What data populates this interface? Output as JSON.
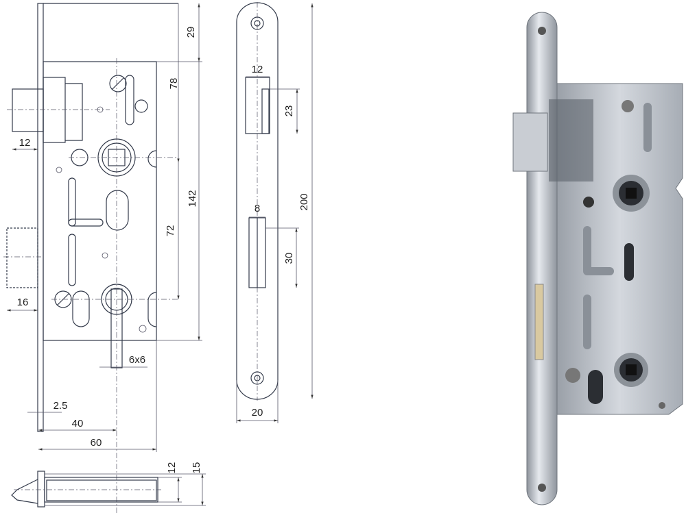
{
  "drawing": {
    "side_view": {
      "top_offset": "29",
      "follower_offset": "78",
      "total_height": "142",
      "handle_to_key": "72",
      "latch_projection": "12",
      "bolt_projection": "16",
      "spindle": "6x6",
      "faceplate_thickness": "2.5",
      "backset": "40",
      "case_depth": "60"
    },
    "front_view": {
      "latch_width": "12",
      "latch_height": "23",
      "bolt_width": "8",
      "bolt_height": "30",
      "faceplate_length": "200",
      "faceplate_width": "20"
    },
    "bottom_view": {
      "case_thickness": "12",
      "faceplate_total": "15"
    }
  },
  "colors": {
    "line": "#333a4a",
    "metal": "#b9bec6",
    "metal_dark": "#7d838c"
  }
}
